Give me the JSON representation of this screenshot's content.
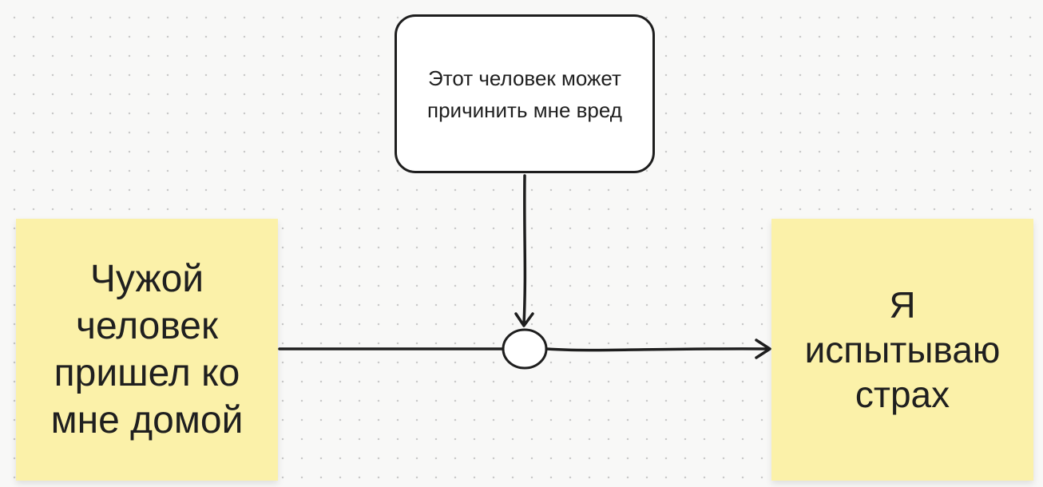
{
  "diagram": {
    "condition_box": {
      "lines": [
        "Этот человек может",
        "причинить мне вред"
      ]
    },
    "left_note": {
      "lines": [
        "Чужой",
        "человек",
        "пришел ко",
        "мне домой"
      ]
    },
    "right_note": {
      "lines": [
        "Я",
        "испытываю",
        "страх"
      ]
    },
    "colors": {
      "sticky": "#fbf1a9",
      "stroke": "#1e1e1e",
      "canvas": "#f8f8f7",
      "grid_dot": "#c9c9c9"
    }
  }
}
